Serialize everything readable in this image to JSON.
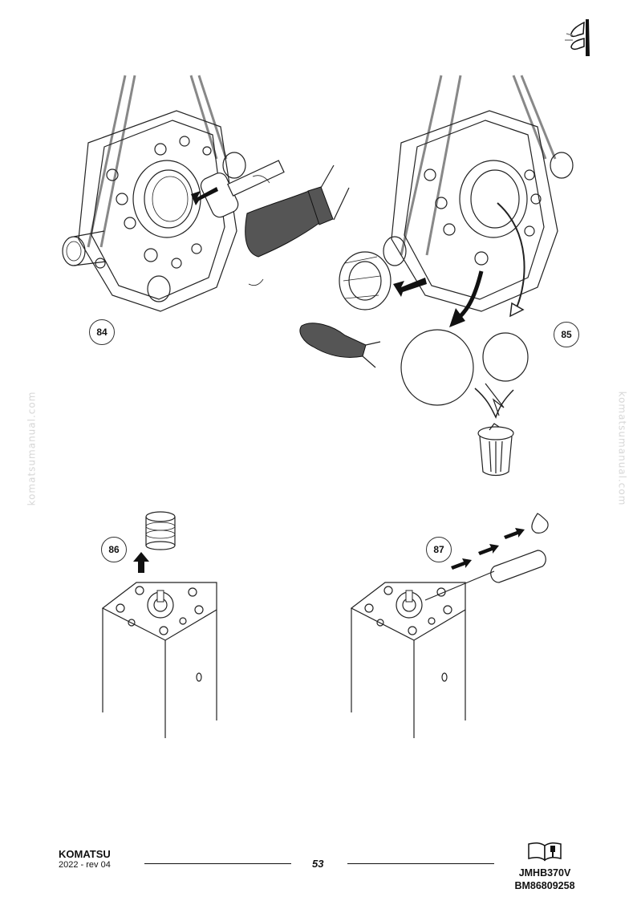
{
  "steps": {
    "s84": "84",
    "s85": "85",
    "s86": "86",
    "s87": "87"
  },
  "watermark": {
    "left": "komatsumanual.com",
    "right": "komatsumanual.com"
  },
  "footer": {
    "brand": "KOMATSU",
    "year_rev": "2022 -  rev 04",
    "page_number": "53",
    "code_1": "JMHB370V",
    "code_2": "BM86809258"
  },
  "icons": {
    "header": "glove-hand-icon",
    "footer": "manual-book-icon"
  }
}
